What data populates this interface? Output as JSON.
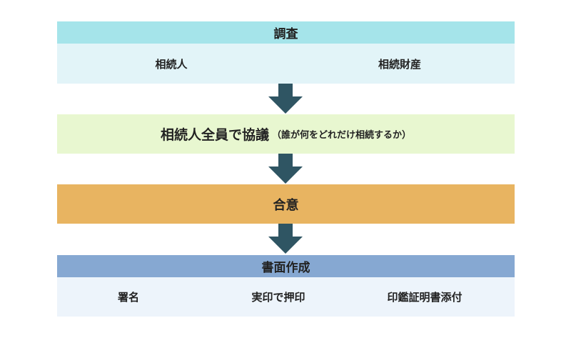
{
  "steps": {
    "survey": {
      "title": "調査",
      "items": [
        "相続人",
        "相続財産"
      ]
    },
    "discussion": {
      "title": "相続人全員で協議",
      "note": "（誰が何をどれだけ相続するか）"
    },
    "agreement": {
      "title": "合意"
    },
    "document": {
      "title": "書面作成",
      "items": [
        "署名",
        "実印で押印",
        "印鑑証明書添付"
      ]
    }
  },
  "colors": {
    "survey_head": "#a5e4ea",
    "survey_body": "#e2f4f8",
    "discussion": "#e8f7d0",
    "agreement": "#e8b461",
    "document_head": "#86a8d2",
    "document_body": "#edf4fb",
    "arrow": "#2f5563"
  }
}
